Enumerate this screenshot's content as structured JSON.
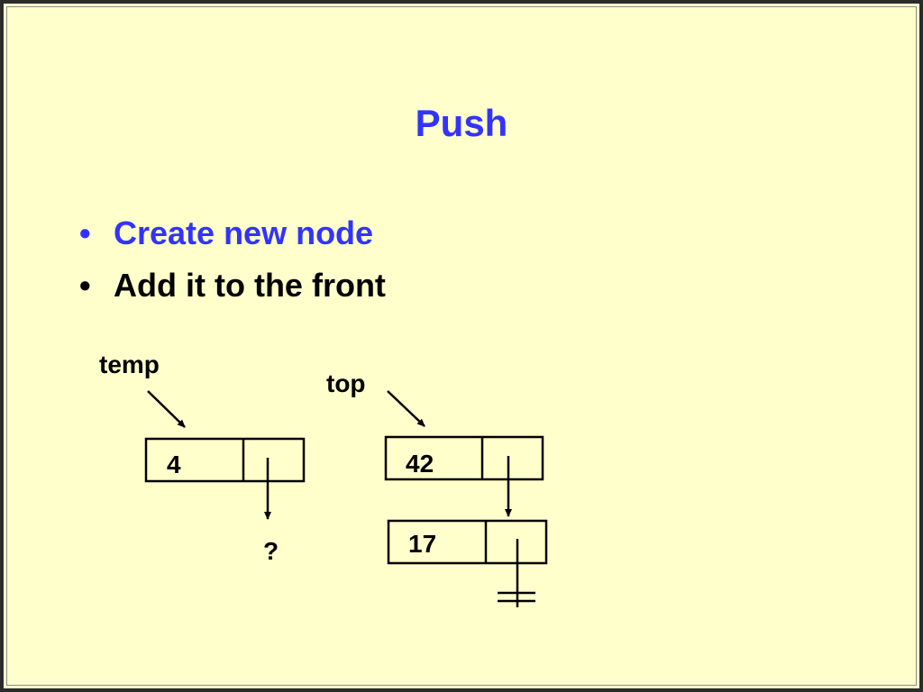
{
  "slide": {
    "title": "Push",
    "bullets": [
      {
        "text": "Create new node",
        "color": "#3333ff"
      },
      {
        "text": "Add it to the front",
        "color": "#000000"
      }
    ]
  },
  "diagram": {
    "nodes": {
      "temp_node": {
        "value": "4"
      },
      "top_node": {
        "value": "42"
      },
      "second_node": {
        "value": "17"
      }
    },
    "labels": {
      "temp": "temp",
      "top": "top",
      "unknown_pointer": "?"
    },
    "colors": {
      "background": "#ffffcc",
      "title": "#3333ff",
      "ink": "#000000"
    }
  }
}
